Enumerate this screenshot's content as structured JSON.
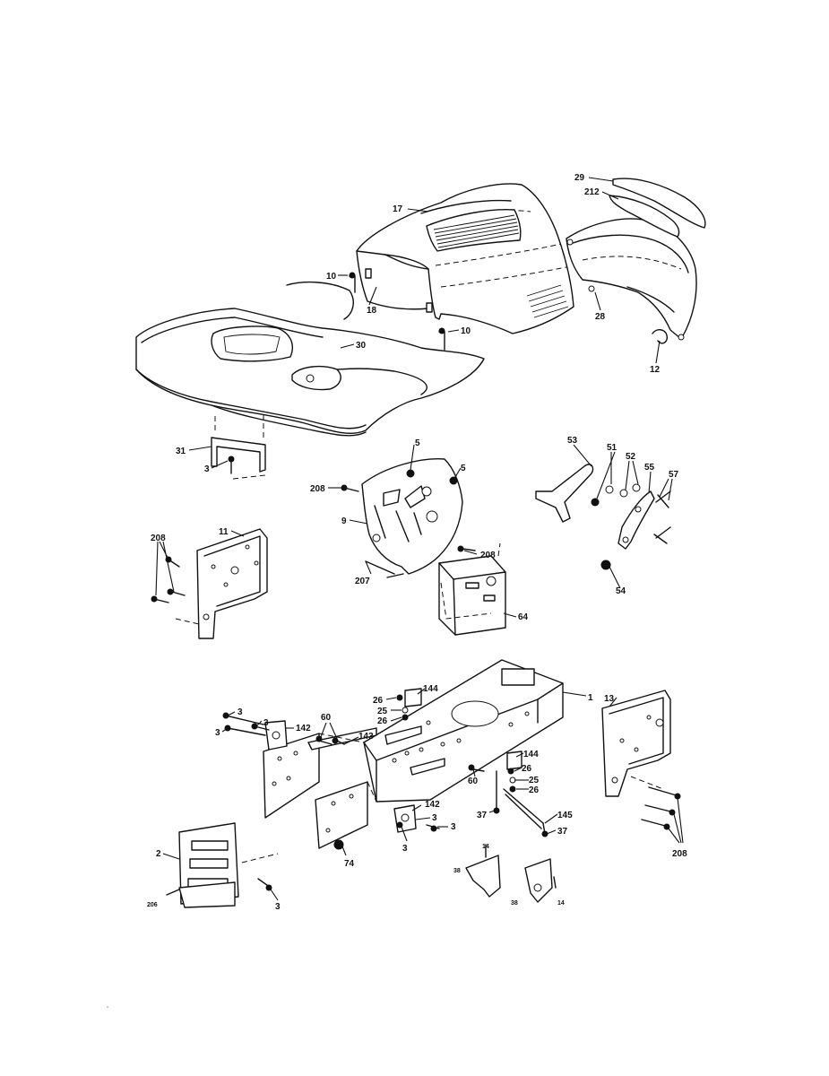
{
  "callouts": [
    {
      "id": "c17",
      "text": "17"
    },
    {
      "id": "c29",
      "text": "29"
    },
    {
      "id": "c212",
      "text": "212"
    },
    {
      "id": "c10a",
      "text": "10"
    },
    {
      "id": "c18",
      "text": "18"
    },
    {
      "id": "c10b",
      "text": "10"
    },
    {
      "id": "c30",
      "text": "30"
    },
    {
      "id": "c28",
      "text": "28"
    },
    {
      "id": "c12",
      "text": "12"
    },
    {
      "id": "c31",
      "text": "31"
    },
    {
      "id": "c3a",
      "text": "3"
    },
    {
      "id": "c5a",
      "text": "5"
    },
    {
      "id": "c5b",
      "text": "5"
    },
    {
      "id": "c208a",
      "text": "208"
    },
    {
      "id": "c9",
      "text": "9"
    },
    {
      "id": "c208b",
      "text": "208"
    },
    {
      "id": "c207",
      "text": "207"
    },
    {
      "id": "c64",
      "text": "64"
    },
    {
      "id": "c11",
      "text": "11"
    },
    {
      "id": "c208c",
      "text": "208"
    },
    {
      "id": "c53",
      "text": "53"
    },
    {
      "id": "c51",
      "text": "51"
    },
    {
      "id": "c52",
      "text": "52"
    },
    {
      "id": "c55",
      "text": "55"
    },
    {
      "id": "c57",
      "text": "57"
    },
    {
      "id": "c54",
      "text": "54"
    },
    {
      "id": "c1",
      "text": "1"
    },
    {
      "id": "c144a",
      "text": "144"
    },
    {
      "id": "c26a",
      "text": "26"
    },
    {
      "id": "c25a",
      "text": "25"
    },
    {
      "id": "c26b",
      "text": "26"
    },
    {
      "id": "c3b",
      "text": "3"
    },
    {
      "id": "c3c",
      "text": "3"
    },
    {
      "id": "c3d",
      "text": "3"
    },
    {
      "id": "c142a",
      "text": "142"
    },
    {
      "id": "c60a",
      "text": "60"
    },
    {
      "id": "c143",
      "text": "143"
    },
    {
      "id": "c144b",
      "text": "144"
    },
    {
      "id": "c26c",
      "text": "26"
    },
    {
      "id": "c60b",
      "text": "60"
    },
    {
      "id": "c25b",
      "text": "25"
    },
    {
      "id": "c26d",
      "text": "26"
    },
    {
      "id": "c13",
      "text": "13"
    },
    {
      "id": "c37a",
      "text": "37"
    },
    {
      "id": "c145",
      "text": "145"
    },
    {
      "id": "c37b",
      "text": "37"
    },
    {
      "id": "c142b",
      "text": "142"
    },
    {
      "id": "c3e",
      "text": "3"
    },
    {
      "id": "c3f",
      "text": "3"
    },
    {
      "id": "c3g",
      "text": "3"
    },
    {
      "id": "c2",
      "text": "2"
    },
    {
      "id": "c74",
      "text": "74"
    },
    {
      "id": "c14a",
      "text": "14"
    },
    {
      "id": "c38a",
      "text": "38"
    },
    {
      "id": "c38b",
      "text": "38"
    },
    {
      "id": "c14b",
      "text": "14"
    },
    {
      "id": "c206",
      "text": "206"
    },
    {
      "id": "c3h",
      "text": "3"
    },
    {
      "id": "c208d",
      "text": "208"
    }
  ]
}
